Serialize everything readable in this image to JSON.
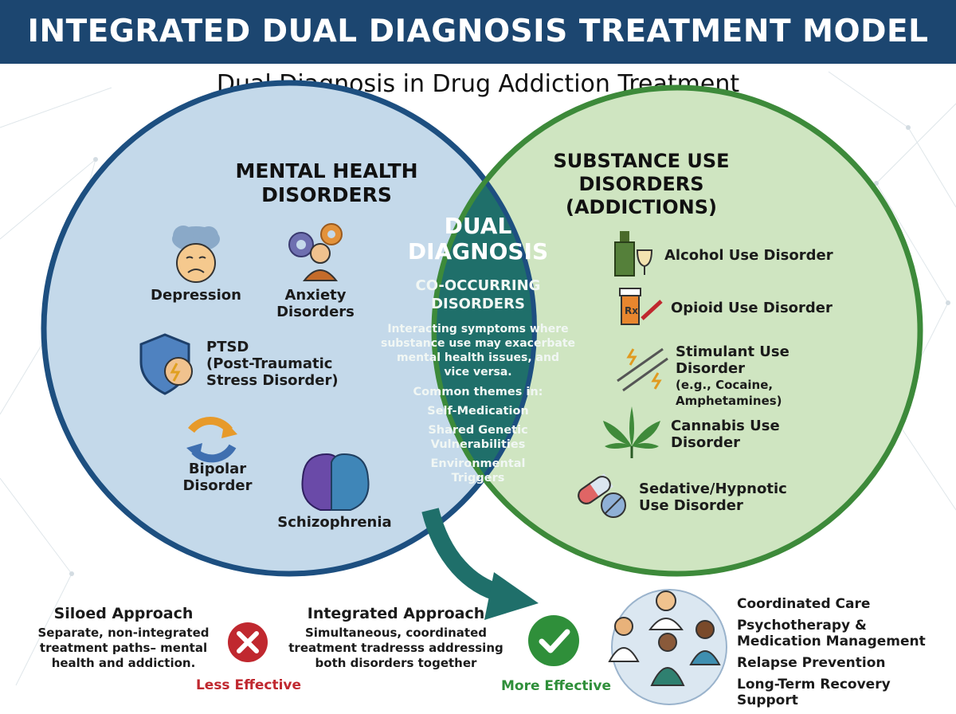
{
  "header": {
    "title": "INTEGRATED DUAL DIAGNOSIS TREATMENT MODEL"
  },
  "subtitle": "Dual Diagnosis in Drug Addiction Treatment",
  "mental_health": {
    "heading_line1": "MENTAL HEALTH",
    "heading_line2": "DISORDERS",
    "items": {
      "depression": "Depression",
      "anxiety_line1": "Anxiety",
      "anxiety_line2": "Disorders",
      "ptsd_line1": "PTSD",
      "ptsd_line2": "(Post-Traumatic",
      "ptsd_line3": "Stress Disorder)",
      "bipolar_line1": "Bipolar",
      "bipolar_line2": "Disorder",
      "schizophrenia": "Schizophrenia"
    }
  },
  "substance_use": {
    "heading_line1": "SUBSTANCE USE",
    "heading_line2": "DISORDERS",
    "heading_line3": "(ADDICTIONS)",
    "items": {
      "alcohol": "Alcohol Use Disorder",
      "opioid": "Opioid Use Disorder",
      "stimulant_line1": "Stimulant Use Disorder",
      "stimulant_line2": "(e.g., Cocaine,",
      "stimulant_line3": "Amphetamines)",
      "cannabis_line1": "Cannabis Use",
      "cannabis_line2": "Disorder",
      "sedative_line1": "Sedative/Hypnotic",
      "sedative_line2": "Use Disorder"
    }
  },
  "dual": {
    "title_line1": "DUAL",
    "title_line2": "DIAGNOSIS",
    "sub_line1": "CO-OCCURRING",
    "sub_line2": "DISORDERS",
    "desc_line1": "Interacting symptoms where",
    "desc_line2": "substance use may exacerbate",
    "desc_line3": "mental health issues, and",
    "desc_line4": "vice versa.",
    "themes_heading": "Common themes in:",
    "theme1": "Self-Medication",
    "theme2_line1": "Shared Genetic",
    "theme2_line2": "Vulnerabilities",
    "theme3_line1": "Environmental",
    "theme3_line2": "Triggers"
  },
  "siloed": {
    "title": "Siloed Approach",
    "line1": "Separate, non-integrated",
    "line2": "treatment paths– mental",
    "line3": "health and addiction.",
    "verdict": "Less Effective"
  },
  "integrated": {
    "title": "Integrated Approach",
    "line1": "Simultaneous, coordinated",
    "line2": "treatment tradresss addressing",
    "line3": "both disorders together",
    "verdict": "More Effective"
  },
  "benefits": {
    "item1": "Coordinated Care",
    "item2_line1": "Psychotherapy &",
    "item2_line2": "Medication Management",
    "item3": "Relapse Prevention",
    "item4": "Long-Term Recovery Support"
  },
  "colors": {
    "header": "#1c4670",
    "mental_fill": "#c4d9ea",
    "mental_border": "#1d4f80",
    "substance_fill": "#cfe5c1",
    "substance_border": "#3d8a3a",
    "dual_fill": "#1f6f6a",
    "less_effective": "#c0282f",
    "more_effective": "#2f8f3a"
  }
}
